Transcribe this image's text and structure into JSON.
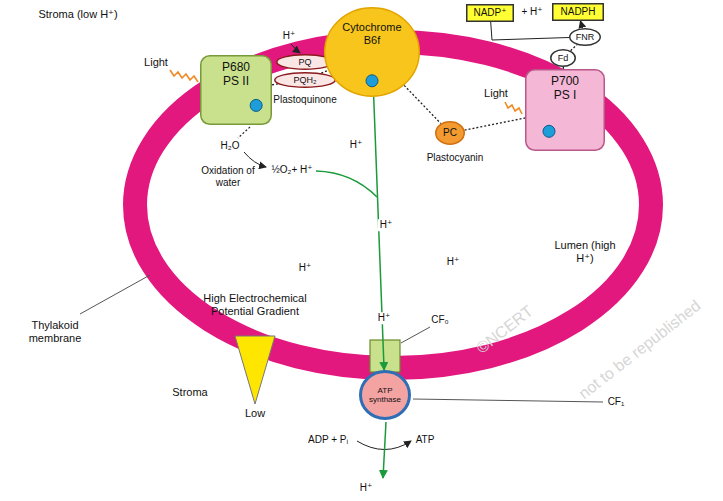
{
  "diagram": {
    "nodes": [
      {
        "text": [
          "P680 PS II"
        ]
      },
      {
        "text": [
          "PQ"
        ]
      },
      {
        "text": [
          "PQH₂"
        ]
      },
      {
        "text": [
          "Cytochrome B6f"
        ]
      },
      {
        "text": [
          "PC"
        ]
      },
      {
        "text": [
          "P700 PS I"
        ]
      },
      {
        "text": [
          "Fd"
        ]
      },
      {
        "text": [
          "FNR"
        ]
      },
      {
        "text": [
          "NADP⁺"
        ]
      },
      {
        "text": [
          "NADPH"
        ]
      },
      {
        "text": [
          "ATP synthase"
        ]
      }
    ],
    "edges": [
      {
        "from": 0,
        "to": 2,
        "arrow": "none"
      },
      {
        "from": 2,
        "to": 3,
        "arrow": "none"
      },
      {
        "from": 3,
        "to": 4,
        "arrow": "none"
      },
      {
        "from": 4,
        "to": 5,
        "arrow": "none"
      },
      {
        "from": 5,
        "to": 6,
        "arrow": "none"
      },
      {
        "from": 6,
        "to": 7,
        "arrow": "none"
      },
      {
        "from": 8,
        "to": 7,
        "arrow": "none"
      },
      {
        "from": 7,
        "to": 9,
        "arrow": "to"
      },
      {
        "from": 3,
        "to": 10,
        "arrow": "to"
      }
    ],
    "labels": [
      "Stroma (low H⁺)",
      "Light",
      "H⁺",
      "+ H⁺",
      "Light",
      "Plastoquinone",
      "H⁺",
      "Plastocyanin",
      "H₂O",
      "Oxidation of water",
      "½O₂+ H⁺",
      "H⁺",
      "H⁺",
      "H⁺",
      "High Electrochemical Potential Gradient",
      "Thylakoid membrane",
      "H⁺",
      "Lumen (high H⁺)",
      "CF₀",
      "Low",
      "Stroma",
      "CF₁",
      "ADP + Pᵢ",
      "ATP",
      "H⁺",
      "©NCERT",
      "not to be republished"
    ]
  }
}
